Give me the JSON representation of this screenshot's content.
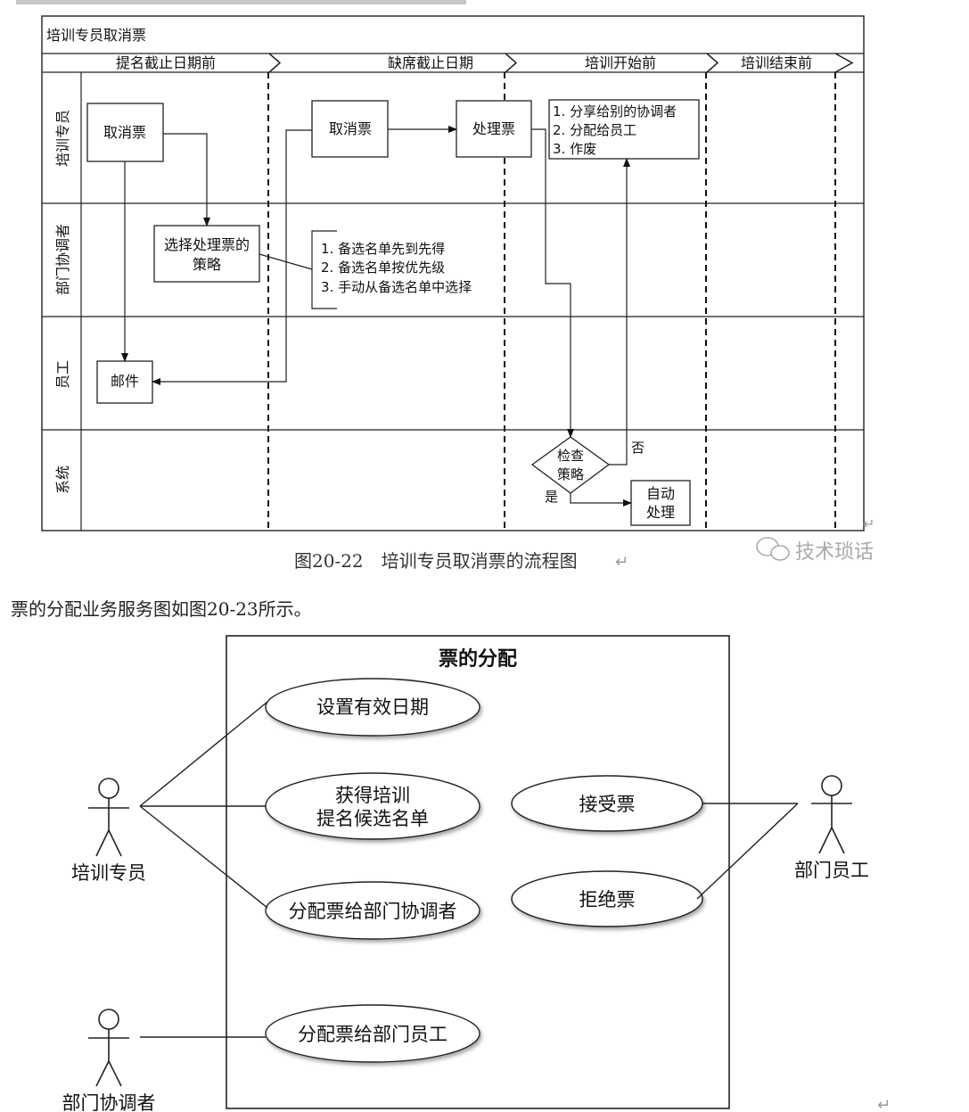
{
  "swimlane": {
    "title": "培训专员取消票",
    "phases": [
      "提名截止日期前",
      "缺席截止日期",
      "培训开始前",
      "培训结束前"
    ],
    "lanes": [
      "培训专员",
      "部门协调者",
      "员工",
      "系统"
    ],
    "boxes": {
      "cancel1": "取消票",
      "strategy": [
        "选择处理票的",
        "策略"
      ],
      "cancel2": "取消票",
      "process": "处理票",
      "mail": "邮件",
      "auto": [
        "自动",
        "处理"
      ]
    },
    "note_strategies": [
      "1. 备选名单先到先得",
      "2. 备选名单按优先级",
      "3. 手动从备选名单中选择"
    ],
    "note_outcomes": [
      "1. 分享给别的协调者",
      "2. 分配给员工",
      "3. 作废"
    ],
    "decision": [
      "检查",
      "策略"
    ],
    "decision_no": "否",
    "decision_yes": "是"
  },
  "caption1": "图20-22　培训专员取消票的流程图",
  "watermark": "技术琐话",
  "body_text": "票的分配业务服务图如图20-23所示。",
  "usecase": {
    "title": "票的分配",
    "cases": {
      "set_date": "设置有效日期",
      "get_list": [
        "获得培训",
        "提名候选名单"
      ],
      "assign_coord": "分配票给部门协调者",
      "accept": "接受票",
      "reject": "拒绝票",
      "assign_emp": "分配票给部门员工"
    },
    "actors": {
      "trainer": "培训专员",
      "employee": "部门员工",
      "coordinator": "部门协调者"
    }
  }
}
